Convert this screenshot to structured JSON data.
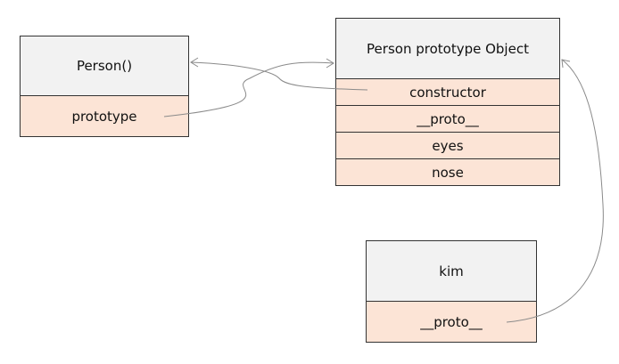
{
  "person": {
    "title": "Person()",
    "fields": [
      "prototype"
    ]
  },
  "prototype_object": {
    "title": "Person prototype Object",
    "fields": [
      "constructor",
      "__proto__",
      "eyes",
      "nose"
    ]
  },
  "kim": {
    "title": "kim",
    "fields": [
      "__proto__"
    ]
  },
  "colors": {
    "header_fill": "#f2f2f2",
    "field_fill": "#fce4d6",
    "border": "#333333",
    "arrow": "#8a8a8a"
  }
}
